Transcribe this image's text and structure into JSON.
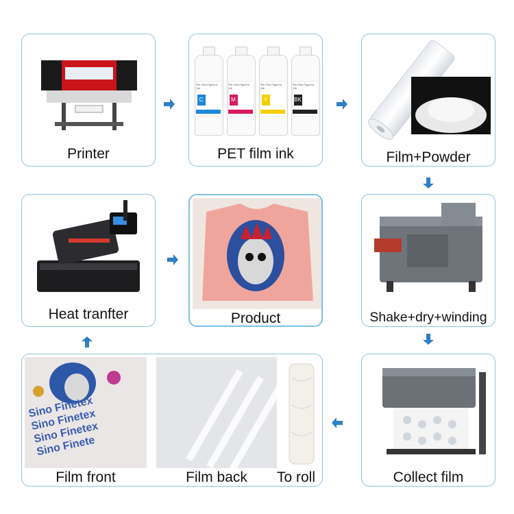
{
  "steps": {
    "printer": "Printer",
    "ink": "PET film ink",
    "film_powder": "Film+Powder",
    "shake": "Shake+dry+winding",
    "collect": "Collect film",
    "product": "Product",
    "heat": "Heat tranfter",
    "film_front": "Film front",
    "film_back": "Film back",
    "to_roll": "To roll"
  },
  "ink_bottles": [
    {
      "letter": "C",
      "color": "#1e88d8"
    },
    {
      "letter": "M",
      "color": "#d81b60"
    },
    {
      "letter": "Y",
      "color": "#f5d000"
    },
    {
      "letter": "BK",
      "color": "#222222"
    }
  ],
  "ink_label_text": "Pet Film Pigment Ink",
  "film_front_text": [
    "Sino Finetex",
    "Sino Finetex",
    "Sino Finetex",
    "Sino Finete"
  ],
  "colors": {
    "border": "#8fc3e6",
    "arrow": "#2f7fc5"
  }
}
